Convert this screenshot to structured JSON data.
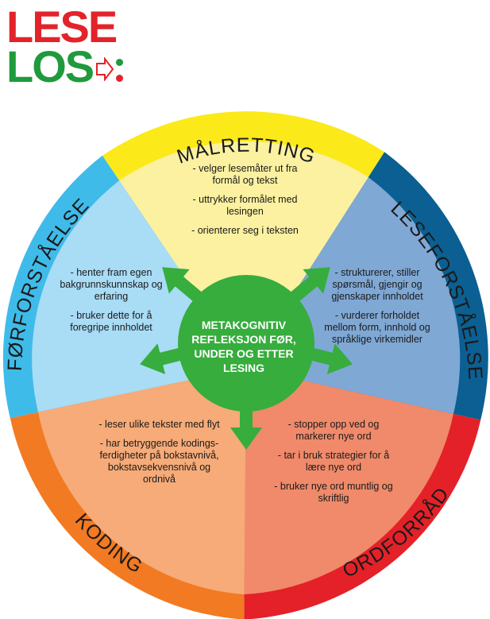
{
  "logo": {
    "line1": "LESE",
    "line2": "LOS"
  },
  "ring_labels": {
    "top": "MÅLRETTING",
    "right": "LESEFORSTÅELSE",
    "bottom_right": "ORDFORRÅD",
    "bottom_left": "KODING",
    "left": "FØRFORSTÅELSE"
  },
  "center": {
    "text": "METAKOGNITIV REFLEKSJON FØR, UNDER OG ETTER LESING"
  },
  "segments": {
    "top": [
      "- velger lesemåter ut fra formål og tekst",
      "- uttrykker formålet med lesingen",
      "- orienterer seg i teksten"
    ],
    "right": [
      "- strukturerer, stiller spørsmål, gjengir og gjenskaper innholdet",
      "- vurderer forholdet mellom form, innhold og språklige virkemidler"
    ],
    "bottom_right": [
      "- stopper opp ved og markerer nye ord",
      "- tar i bruk strategier for å lære nye ord",
      "- bruker nye ord muntlig og skriftlig"
    ],
    "bottom_left": [
      "- leser ulike tekster med flyt",
      "- har betryggende kodings-ferdigheter på bokstavnivå, bokstavsekvensnivå og ordnivå"
    ],
    "left": [
      "- henter fram egen bakgrunnskunnskap og erfaring",
      "- bruker dette for å foregripe innholdet"
    ]
  },
  "colors": {
    "top_ring": "#fbe91a",
    "top_inner": "#fbf1a0",
    "right_ring": "#0b5f92",
    "right_inner": "#7fa8d4",
    "bottom_right_ring": "#e42128",
    "bottom_right_inner": "#f08a6a",
    "bottom_left_ring": "#f27a22",
    "bottom_left_inner": "#f6ab78",
    "left_ring": "#3fbbe9",
    "left_inner": "#a9dcf5",
    "center": "#36ad3d"
  }
}
